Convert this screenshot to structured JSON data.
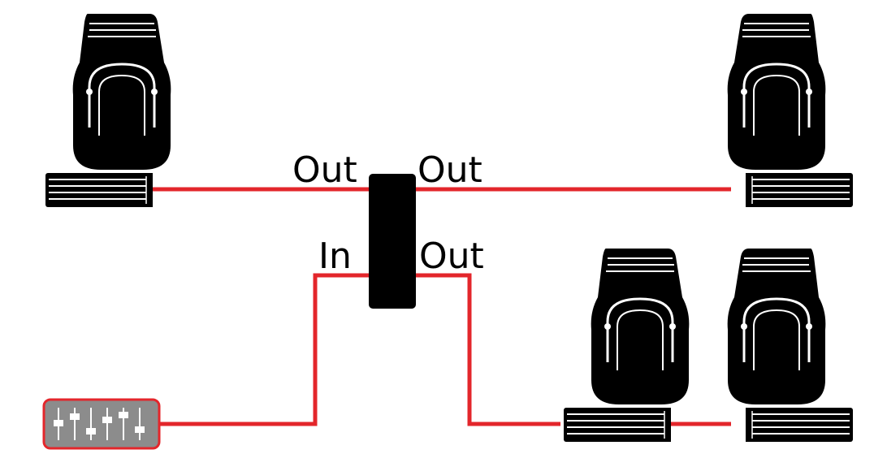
{
  "labels": {
    "splitter_out_left": "Out",
    "splitter_out_right": "Out",
    "splitter_in": "In",
    "splitter_out_lower": "Out"
  },
  "colors": {
    "cable": "#e3262b",
    "device": "#000000",
    "console_fill": "#8c8c8c",
    "console_border": "#e3262b"
  },
  "icons": {
    "moving_head": "moving-head-fixture-icon",
    "console": "dmx-console-icon",
    "splitter": "dmx-splitter-icon"
  }
}
